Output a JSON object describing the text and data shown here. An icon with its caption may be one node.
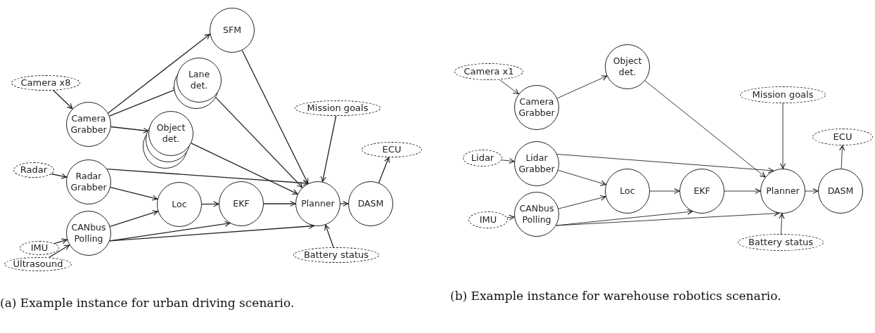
{
  "diagram": {
    "nodes": [
      {
        "text": [
          "Camera x8"
        ]
      },
      {
        "text": [
          "Camera Grabber"
        ]
      },
      {
        "text": [
          "SFM"
        ]
      },
      {
        "text": [
          "Lane det."
        ]
      },
      {
        "text": [
          "Object det."
        ]
      },
      {
        "text": [
          "Radar"
        ]
      },
      {
        "text": [
          "Radar Grabber"
        ]
      },
      {
        "text": [
          "Loc"
        ]
      },
      {
        "text": [
          "EKF"
        ]
      },
      {
        "text": [
          "Planner"
        ]
      },
      {
        "text": [
          "DASM"
        ]
      },
      {
        "text": [
          "Mission goals"
        ]
      },
      {
        "text": [
          "ECU"
        ]
      },
      {
        "text": [
          "IMU"
        ]
      },
      {
        "text": [
          "CANbus Polling"
        ]
      },
      {
        "text": [
          "Ultrasound"
        ]
      },
      {
        "text": [
          "Battery status"
        ]
      },
      {
        "text": [
          "Camera x1"
        ]
      },
      {
        "text": [
          "Camera Grabber"
        ]
      },
      {
        "text": [
          "Object det."
        ]
      },
      {
        "text": [
          "Lidar"
        ]
      },
      {
        "text": [
          "Lidar Grabber"
        ]
      },
      {
        "text": [
          "Loc"
        ]
      },
      {
        "text": [
          "IMU"
        ]
      },
      {
        "text": [
          "CANbus Polling"
        ]
      },
      {
        "text": [
          "EKF"
        ]
      },
      {
        "text": [
          "Mission goals"
        ]
      },
      {
        "text": [
          "Planner"
        ]
      },
      {
        "text": [
          "ECU"
        ]
      },
      {
        "text": [
          "DASM"
        ]
      },
      {
        "text": [
          "Battery status"
        ]
      }
    ],
    "edges": [
      {
        "from": 0,
        "to": 1,
        "arrow": "to"
      },
      {
        "from": 1,
        "to": 2,
        "arrow": "to"
      },
      {
        "from": 1,
        "to": 3,
        "arrow": "to"
      },
      {
        "from": 1,
        "to": 4,
        "arrow": "to"
      },
      {
        "from": 2,
        "to": 9,
        "arrow": "to"
      },
      {
        "from": 3,
        "to": 9,
        "arrow": "to"
      },
      {
        "from": 4,
        "to": 9,
        "arrow": "to"
      },
      {
        "from": 11,
        "to": 9,
        "arrow": "to"
      },
      {
        "from": 5,
        "to": 6,
        "arrow": "to"
      },
      {
        "from": 6,
        "to": 9,
        "arrow": "to"
      },
      {
        "from": 6,
        "to": 7,
        "arrow": "to"
      },
      {
        "from": 14,
        "to": 7,
        "arrow": "to"
      },
      {
        "from": 7,
        "to": 8,
        "arrow": "to"
      },
      {
        "from": 14,
        "to": 8,
        "arrow": "to"
      },
      {
        "from": 14,
        "to": 9,
        "arrow": "to"
      },
      {
        "from": 8,
        "to": 9,
        "arrow": "to"
      },
      {
        "from": 9,
        "to": 10,
        "arrow": "to"
      },
      {
        "from": 10,
        "to": 12,
        "arrow": "to"
      },
      {
        "from": 13,
        "to": 14,
        "arrow": "to"
      },
      {
        "from": 15,
        "to": 14,
        "arrow": "to"
      },
      {
        "from": 16,
        "to": 9,
        "arrow": "to"
      },
      {
        "from": 17,
        "to": 18,
        "arrow": "to"
      },
      {
        "from": 18,
        "to": 19,
        "arrow": "to"
      },
      {
        "from": 19,
        "to": 27,
        "arrow": "to"
      },
      {
        "from": 26,
        "to": 27,
        "arrow": "to"
      },
      {
        "from": 20,
        "to": 21,
        "arrow": "to"
      },
      {
        "from": 21,
        "to": 27,
        "arrow": "to"
      },
      {
        "from": 21,
        "to": 22,
        "arrow": "to"
      },
      {
        "from": 24,
        "to": 22,
        "arrow": "to"
      },
      {
        "from": 22,
        "to": 25,
        "arrow": "to"
      },
      {
        "from": 24,
        "to": 25,
        "arrow": "to"
      },
      {
        "from": 24,
        "to": 27,
        "arrow": "to"
      },
      {
        "from": 25,
        "to": 27,
        "arrow": "to"
      },
      {
        "from": 27,
        "to": 29,
        "arrow": "to"
      },
      {
        "from": 29,
        "to": 28,
        "arrow": "to"
      },
      {
        "from": 23,
        "to": 24,
        "arrow": "to"
      },
      {
        "from": 30,
        "to": 27,
        "arrow": "to"
      }
    ],
    "labels": [
      "(a) Example instance for urban driving scenario.",
      "(b) Example instance for warehouse robotics scenario."
    ]
  }
}
